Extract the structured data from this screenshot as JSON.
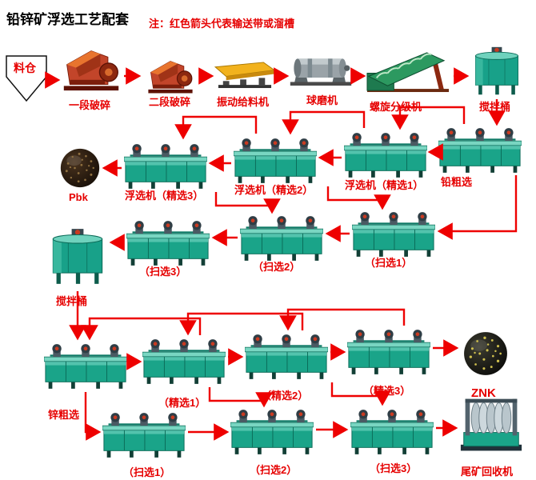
{
  "title": "铅锌矿浮选工艺配套",
  "note": "注：红色箭头代表输送带或溜槽",
  "legend": {
    "arrow_color": "#ee0000",
    "label_color": "#e60000"
  },
  "prep": {
    "bin": "料仓",
    "crusher1": "一段破碎",
    "crusher2": "二段破碎",
    "feeder": "振动给料机",
    "ball_mill": "球磨机",
    "classifier": "螺旋分级机",
    "mixing_tank": "搅拌桶"
  },
  "lead": {
    "concentrate": "Pbk",
    "cleaner3": "浮选机（精选3）",
    "cleaner2": "浮选机（精选2）",
    "cleaner1": "浮选机（精选1）",
    "rougher": "铅粗选",
    "scav1": "（扫选1）",
    "scav2": "（扫选2）",
    "scav3": "（扫选3）",
    "mixing_tank": "搅拌桶"
  },
  "zinc": {
    "rougher": "锌粗选",
    "cleaner1": "（精选1）",
    "cleaner2": "（精选2）",
    "cleaner3": "（精选3）",
    "concentrate": "ZNK",
    "scav1": "（扫选1）",
    "scav2": "（扫选2）",
    "scav3": "（扫选3）",
    "tailings_machine": "尾矿回收机"
  }
}
